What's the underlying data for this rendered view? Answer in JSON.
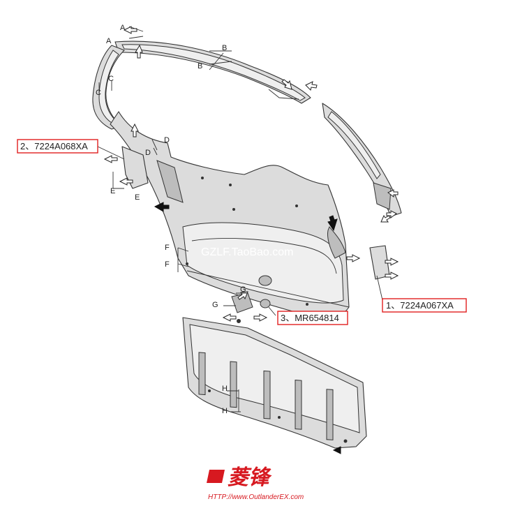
{
  "callouts": {
    "part1": "1、7224A067XA",
    "part2": "2、7224A068XA",
    "part3": "3、MR654814"
  },
  "watermark": "GZLF.TaoBao.com",
  "view_labels": {
    "A": "A",
    "B": "B",
    "C": "C",
    "D": "D",
    "E": "E",
    "F": "F",
    "G": "G",
    "H": "H"
  },
  "logo": {
    "text": "菱锋",
    "url": "HTTP://www.OutlanderEX.com"
  },
  "colors": {
    "callout_border": "#e02020",
    "logo": "#d71920",
    "part_fill": "#dcdcdc",
    "line": "#333333"
  }
}
